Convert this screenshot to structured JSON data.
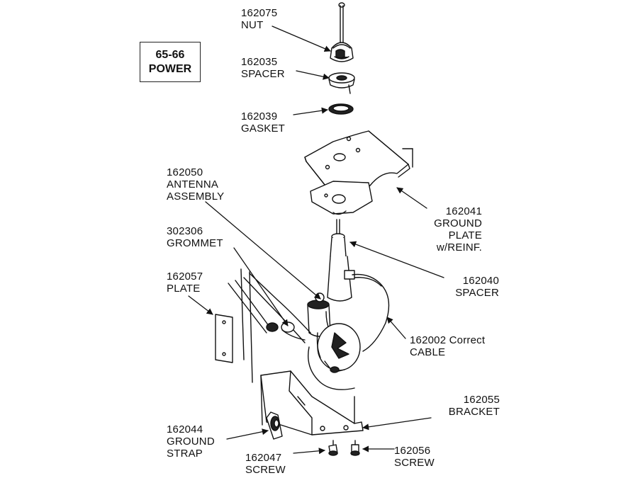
{
  "title": {
    "line1": "65-66",
    "line2": "POWER"
  },
  "parts": [
    {
      "part_no": "162075",
      "name": "NUT"
    },
    {
      "part_no": "162035",
      "name": "SPACER"
    },
    {
      "part_no": "162039",
      "name": "GASKET"
    },
    {
      "part_no": "162050",
      "name": "ANTENNA",
      "name2": "ASSEMBLY"
    },
    {
      "part_no": "302306",
      "name": "GROMMET"
    },
    {
      "part_no": "162057",
      "name": "PLATE"
    },
    {
      "part_no": "162041",
      "name": "GROUND",
      "name2": "PLATE",
      "name3": "w/REINF."
    },
    {
      "part_no": "162040",
      "name": "SPACER"
    },
    {
      "part_no": "162002 Correct",
      "name": "CABLE"
    },
    {
      "part_no": "162055",
      "name": "BRACKET"
    },
    {
      "part_no": "162044",
      "name": "GROUND",
      "name2": "STRAP"
    },
    {
      "part_no": "162047",
      "name": "SCREW"
    },
    {
      "part_no": "162056",
      "name": "SCREW"
    }
  ]
}
